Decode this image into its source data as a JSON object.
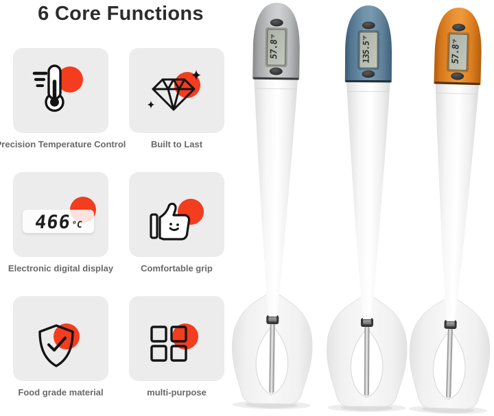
{
  "title": "6 Core Functions",
  "accent_color": "#f43c1e",
  "card_background": "#ececec",
  "features": [
    {
      "label": "Precision Temperature Control",
      "icon": "thermometer-icon"
    },
    {
      "label": "Built to Last",
      "icon": "diamond-icon"
    },
    {
      "label": "Electronic digital display",
      "icon": "digital-display-icon",
      "display_value": "466",
      "display_unit": "°C"
    },
    {
      "label": "Comfortable grip",
      "icon": "thumbs-up-icon"
    },
    {
      "label": "Food grade material",
      "icon": "shield-check-icon"
    },
    {
      "label": "multi-purpose",
      "icon": "grid-squares-icon"
    }
  ],
  "spatulas": [
    {
      "color_name": "gray",
      "handle_color": "#b7b9bb",
      "reading": "57.8",
      "unit": "°F"
    },
    {
      "color_name": "blue",
      "handle_color": "#6a8da4",
      "reading": "135.5",
      "unit": "°F"
    },
    {
      "color_name": "orange",
      "handle_color": "#e4842a",
      "reading": "57.8",
      "unit": "°F"
    }
  ]
}
